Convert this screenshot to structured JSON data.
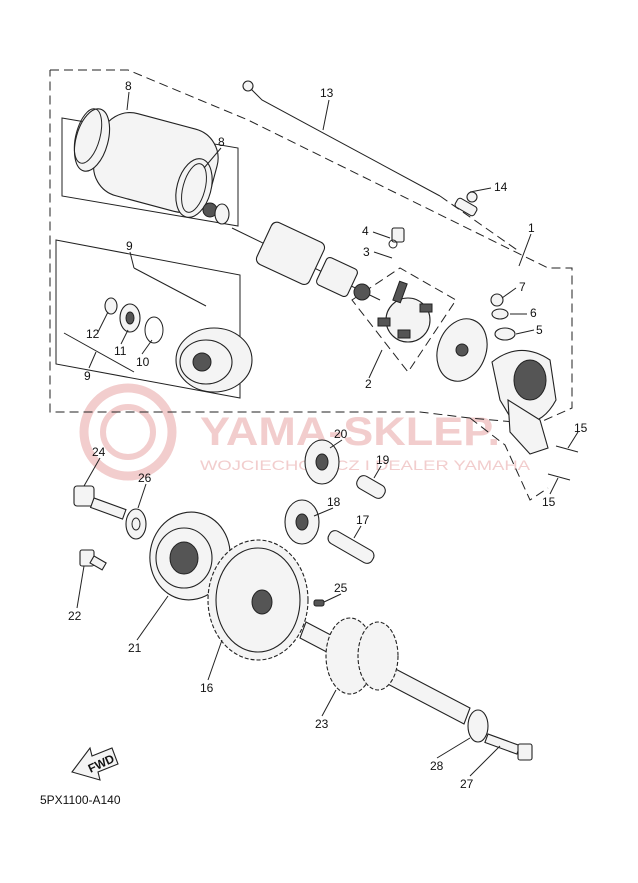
{
  "diagram_code": "5PX1100-A140",
  "watermark": {
    "line1": "YAMA-SKLEP.",
    "line2": "WOJCIECHOWICZ I DEALER YAMAHA"
  },
  "fwd_label": "FWD",
  "callouts": {
    "c1": "1",
    "c2": "2",
    "c3": "3",
    "c4": "4",
    "c5": "5",
    "c6": "6",
    "c7": "7",
    "c8a": "8",
    "c8b": "8",
    "c9a": "9",
    "c9b": "9",
    "c10": "10",
    "c11": "11",
    "c12": "12",
    "c13": "13",
    "c14": "14",
    "c15a": "15",
    "c15b": "15",
    "c16": "16",
    "c17": "17",
    "c18": "18",
    "c19": "19",
    "c20": "20",
    "c21": "21",
    "c22": "22",
    "c23": "23",
    "c24": "24",
    "c25": "25",
    "c26": "26",
    "c27": "27",
    "c28": "28"
  }
}
